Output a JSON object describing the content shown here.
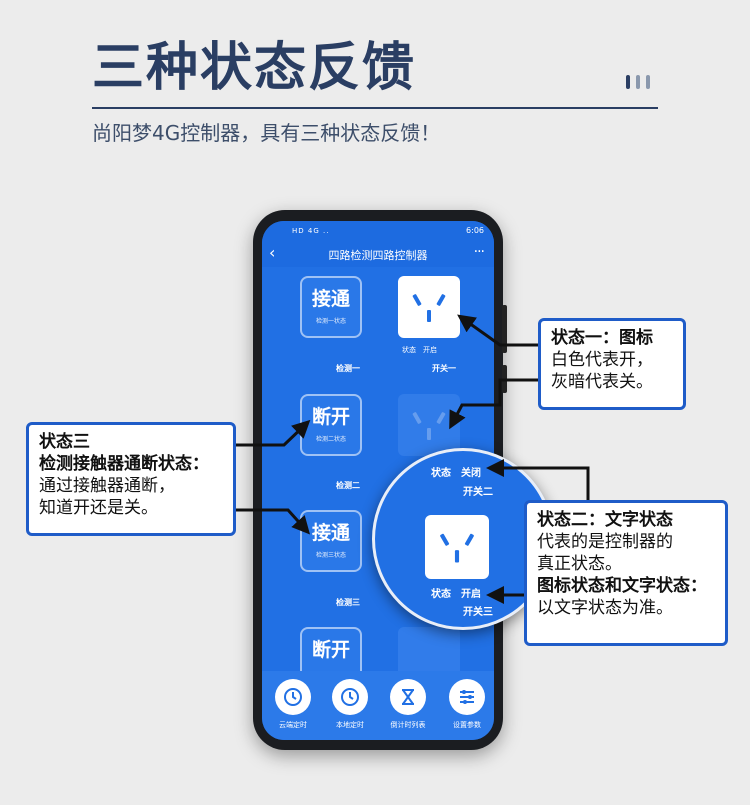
{
  "header": {
    "title": "三种状态反馈",
    "subtitle": "尚阳梦4G控制器，具有三种状态反馈！"
  },
  "phone": {
    "statusbar_left": "HD 4G ..",
    "statusbar_right": "6:06",
    "app_title": "四路检测四路控制器",
    "back": "‹",
    "more": "···",
    "rows": [
      {
        "status_text": "接通",
        "status_sub": "检测一状态",
        "check_label": "检测一",
        "switch_label": "开关一",
        "socket_on": true,
        "socket_state": "状态　开启"
      },
      {
        "status_text": "断开",
        "status_sub": "检测二状态",
        "check_label": "检测二",
        "switch_label": "开关二",
        "socket_on": false,
        "socket_state": ""
      },
      {
        "status_text": "接通",
        "status_sub": "检测三状态",
        "check_label": "检测三",
        "switch_label": "开关三",
        "socket_on": true,
        "socket_state": ""
      },
      {
        "status_text": "断开",
        "status_sub": "",
        "check_label": "",
        "switch_label": "",
        "socket_on": false,
        "socket_state": ""
      }
    ],
    "bottom_tabs": [
      {
        "label": "云端定时",
        "icon": "clock-icon"
      },
      {
        "label": "本地定时",
        "icon": "clock-icon"
      },
      {
        "label": "倒计时列表",
        "icon": "hourglass-icon"
      },
      {
        "label": "设置参数",
        "icon": "sliders-icon"
      }
    ]
  },
  "magnifier": {
    "top_state": "状态　关闭",
    "top_switch": "开关二",
    "bottom_state": "状态　开启",
    "bottom_switch": "开关三"
  },
  "callouts": {
    "state1": {
      "title": "状态一：图标",
      "line1": "白色代表开，",
      "line2": "灰暗代表关。"
    },
    "state2": {
      "title": "状态二：文字状态",
      "line1": "代表的是控制器的",
      "line2": "真正状态。",
      "line3": "图标状态和文字状态：",
      "line4": "以文字状态为准。"
    },
    "state3": {
      "title": "状态三",
      "line1": "检测接触器通断状态：",
      "line2": "通过接触器通断，",
      "line3": "知道开还是关。"
    }
  },
  "colors": {
    "accent": "#1f5cc8",
    "app_blue": "#2170e4",
    "title": "#2a3e63"
  }
}
